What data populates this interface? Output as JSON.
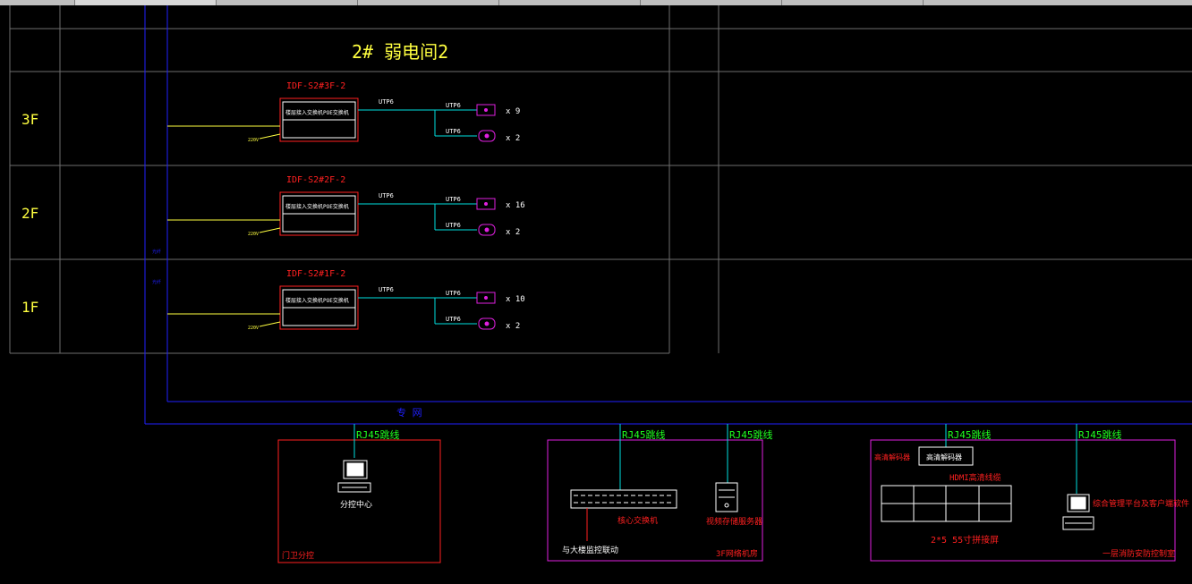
{
  "title": "2# 弱电间2",
  "floors": [
    {
      "label": "3F",
      "idf": "IDF-S2#3F-2",
      "switch": "楼层接入交换机POE交换机",
      "power": "220V",
      "uplink": "UTP6",
      "ap": {
        "cable": "UTP6",
        "count": "x 9"
      },
      "cam": {
        "cable": "UTP6",
        "count": "x 2"
      }
    },
    {
      "label": "2F",
      "idf": "IDF-S2#2F-2",
      "switch": "楼层接入交换机POE交换机",
      "power": "220V",
      "uplink": "UTP6",
      "ap": {
        "cable": "UTP6",
        "count": "x 16"
      },
      "cam": {
        "cable": "UTP6",
        "count": "x 2"
      }
    },
    {
      "label": "1F",
      "idf": "IDF-S2#1F-2",
      "switch": "楼层接入交换机POE交换机",
      "power": "220V",
      "uplink": "UTP6",
      "ap": {
        "cable": "UTP6",
        "count": "x 10"
      },
      "cam": {
        "cable": "UTP6",
        "count": "x 2"
      }
    }
  ],
  "riser_labels": [
    "光纤",
    "光纤"
  ],
  "network_label": "专 网",
  "boxes": [
    {
      "title": "门卫分控",
      "cables": [
        "RJ45跳线"
      ],
      "items": [
        "分控中心"
      ]
    },
    {
      "title": "3F网络机房",
      "cables": [
        "RJ45跳线",
        "RJ45跳线"
      ],
      "items": [
        "核心交换机",
        "视频存储服务器",
        "与大楼监控联动"
      ]
    },
    {
      "title": "一层消防安防控制室",
      "cables": [
        "RJ45跳线",
        "RJ45跳线"
      ],
      "items": [
        "高清解码器",
        "高清解码器",
        "HDMI高清线缆",
        "2*5 55寸拼接屏",
        "综合管理平台及客户端软件"
      ]
    }
  ],
  "colors": {
    "grid": "#6e6e6e",
    "text": "#ffff40",
    "accent": "#ff2020",
    "cyan": "#00e0e0",
    "blue": "#1f1fff",
    "magenta": "#e020e0",
    "green": "#20ff20"
  }
}
